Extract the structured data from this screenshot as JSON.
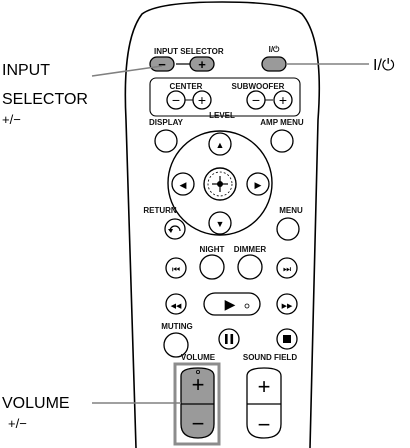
{
  "callouts": {
    "input_selector_line1": "INPUT",
    "input_selector_line2": "SELECTOR",
    "input_selector_pm": "+/−",
    "power": "I/⏻",
    "volume": "VOLUME",
    "volume_pm": "+/−"
  },
  "remote_labels": {
    "input_selector": "INPUT SELECTOR",
    "power": "I/⏻",
    "center": "CENTER",
    "subwoofer": "SUBWOOFER",
    "level": "LEVEL",
    "display": "DISPLAY",
    "amp_menu": "AMP MENU",
    "return": "RETURN",
    "menu": "MENU",
    "night": "NIGHT",
    "dimmer": "DIMMER",
    "muting": "MUTING",
    "volume": "VOLUME",
    "sound_field": "SOUND FIELD"
  },
  "button_glyphs": {
    "minus": "−",
    "plus": "+",
    "up": "▲",
    "down": "▼",
    "left": "◀",
    "right": "▶",
    "prev": "⏮",
    "next": "⏭",
    "rew": "◀◀",
    "ff": "▶▶",
    "pause": "⏸",
    "stop": "■",
    "play": "▶"
  },
  "colors": {
    "outline": "#000000",
    "callout_line": "#808080",
    "highlight_fill": "#9a9a9a",
    "highlight_border": "#8c8c8c"
  }
}
